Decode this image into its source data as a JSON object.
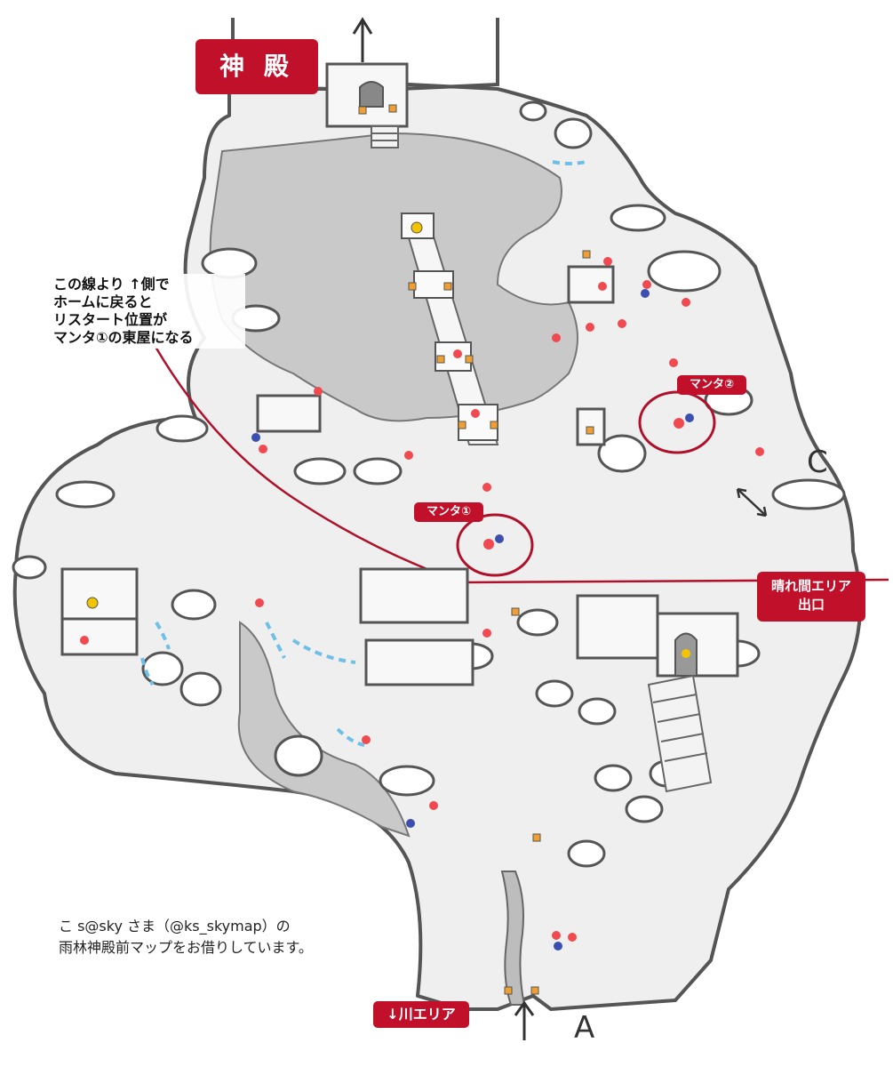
{
  "map": {
    "title": "神 殿",
    "note_lines": [
      "この線より ↑側で",
      "ホームに戻ると",
      "リスタート位置が",
      "マンタ①の東屋になる"
    ],
    "manta1_label": "マンタ①",
    "manta2_label": "マンタ②",
    "exit_label_line1": "晴れ間エリア",
    "exit_label_line2": "出口",
    "river_label": "↓川エリア",
    "letter_c": "C",
    "letter_a": "A",
    "credit_line1": "こ s@sky さま（@ks_skymap）の",
    "credit_line2": "雨林神殿前マップをお借りしています。"
  },
  "colors": {
    "label_red": "#c0102a",
    "boundary_line": "#b0102a",
    "ground": "#eeeeee",
    "dark_area": "#c8c8c8",
    "water": "#6ec0e8",
    "light_marker": "#f04a50",
    "blue_marker": "#3a4fb0",
    "candle_marker": "#f0a030"
  },
  "icons": [
    "up-arrow-icon",
    "light-dot-icon",
    "spirit-dot-icon",
    "pillar-icon",
    "candle-icon"
  ]
}
